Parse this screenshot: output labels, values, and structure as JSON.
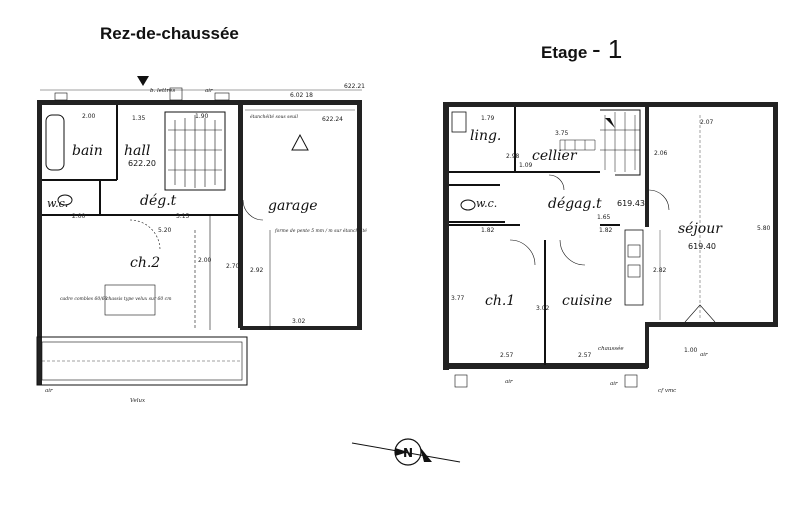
{
  "plans": {
    "ground": {
      "title": "Rez-de-chaussée",
      "rooms": {
        "bain": "bain",
        "hall": "hall",
        "wc": "w.c.",
        "deg": "dég.t",
        "garage": "garage",
        "ch2": "ch.2"
      },
      "levels": {
        "hall": "622.20"
      },
      "dimensions": {
        "top_right": "622.21",
        "top_garage": "622.24",
        "garage_width": "6.02 18",
        "deg_width": "3.15",
        "ch2_width": "5.20",
        "ch2_height": "2.00",
        "garage_depth": "2.92",
        "bottom": "3.02",
        "hall_w": "1.35",
        "bain_w": "2.00",
        "stair": "1.90",
        "deg_h": "2.70",
        "wc_w": "2.00"
      },
      "notes": {
        "lettres": "b. lettres",
        "air_top": "air",
        "velux": "Velux",
        "air_bottom": "air",
        "garage_note": "forme de pente 5 mm / m sur étanchéité",
        "chassis": "chassis type velux sur 60 cm",
        "cadre": "cadre combles 60/60",
        "etancheite": "étanchéité sous seuil"
      }
    },
    "upper": {
      "title": "Etage",
      "title_number": "- 1",
      "rooms": {
        "ling": "ling.",
        "cellier": "cellier",
        "wc": "w.c.",
        "degag": "dégag.t",
        "sejour": "séjour",
        "ch1": "ch.1",
        "cuisine": "cuisine"
      },
      "levels": {
        "degag": "619.43",
        "sejour": "619.40"
      },
      "dimensions": {
        "ling_w": "1.79",
        "cellier_w": "3.75",
        "sejour_w": "2.07",
        "sejour_h": "5.80",
        "height_206": "2.06",
        "height_377": "3.77",
        "height_302": "3.02",
        "height_282": "2.82",
        "ch1_bottom": "2.57",
        "cuisine_bottom": "2.57",
        "wc_h": "2.98",
        "w_109": "1.09",
        "w_165": "1.65",
        "w_182a": "1.82",
        "w_182b": "1.82",
        "step": "1.00"
      },
      "notes": {
        "air_left": "air",
        "air_right": "air",
        "air_bottom": "air",
        "cf_vmc": "cf vmc",
        "chaussee": "chaussée"
      }
    }
  },
  "compass": {
    "label": "N"
  }
}
